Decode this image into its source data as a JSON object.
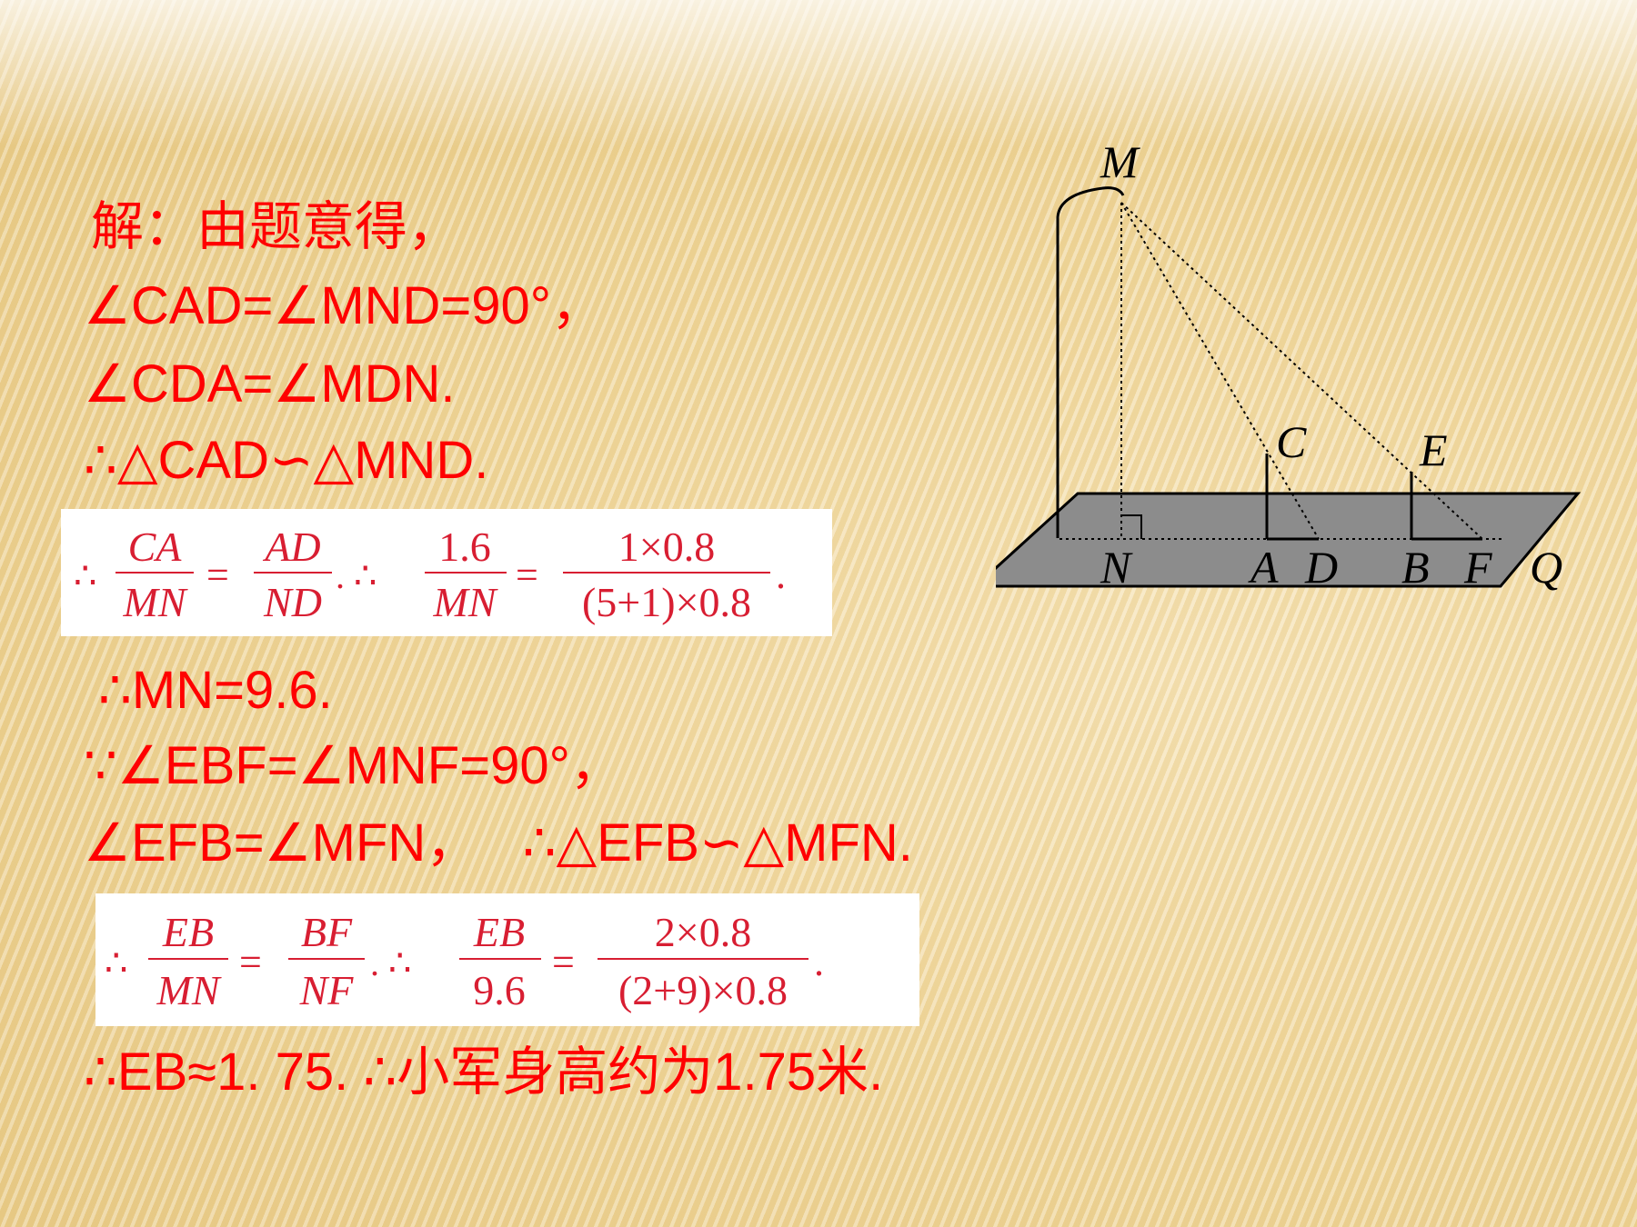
{
  "solution": {
    "lines": [
      "解：由题意得，",
      "∠CAD=∠MND=90°，",
      "∠CDA=∠MDN.",
      "∴△CAD∽△MND.",
      "∴MN=9.6.",
      "∵∠EBF=∠MNF=90°，",
      "∠EFB=∠MFN，   ∴△EFB∽△MFN.",
      "∴EB≈1. 75. ∴小军身高约为1.75米."
    ]
  },
  "formula1": {
    "therefore": "∴",
    "f1_num": "CA",
    "f1_den": "MN",
    "eq": "=",
    "f2_num": "AD",
    "f2_den": "ND",
    "sep": ". ∴",
    "f3_num": "1.6",
    "f3_den": "MN",
    "f4_num": "1×0.8",
    "f4_den": "(5+1)×0.8",
    "end": "."
  },
  "formula2": {
    "therefore": "∴",
    "f1_num": "EB",
    "f1_den": "MN",
    "eq": "=",
    "f2_num": "BF",
    "f2_den": "NF",
    "sep": ". ∴",
    "f3_num": "EB",
    "f3_den": "9.6",
    "f4_num": "2×0.8",
    "f4_den": "(2+9)×0.8",
    "end": "."
  },
  "diagram": {
    "labels": {
      "M": "M",
      "C": "C",
      "E": "E",
      "N": "N",
      "A": "A",
      "D": "D",
      "B": "B",
      "F": "F",
      "Q": "Q"
    }
  },
  "colors": {
    "text": "#ff0000",
    "formula_text": "#d81e32",
    "ground": "#8c8c8c",
    "background": "#f0d79c"
  }
}
